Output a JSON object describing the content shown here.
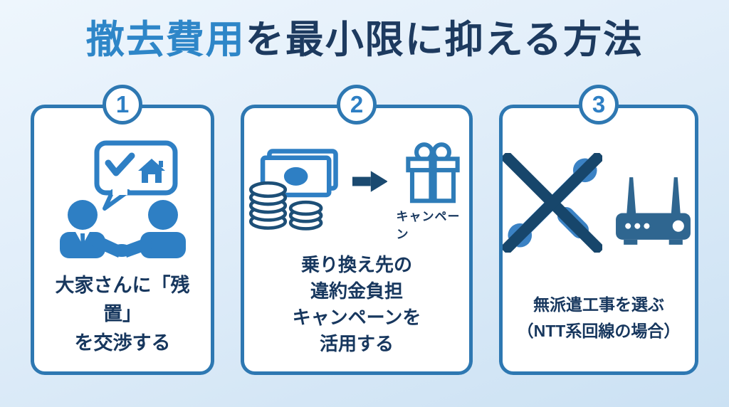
{
  "title": {
    "highlight": "撤去費用",
    "rest": "を最小限に抑える方法"
  },
  "cards": [
    {
      "number": "1",
      "icon": "handshake-agreement-icon",
      "caption": "大家さんに「残置」\nを交渉する"
    },
    {
      "number": "2",
      "icon": "money-to-gift-campaign-icon",
      "icon_label": "キャンペーン",
      "caption": "乗り換え先の\n違約金負担\nキャンペーンを\n活用する"
    },
    {
      "number": "3",
      "icon": "no-construction-router-icon",
      "caption": "無派遣工事を選ぶ\n（NTT系回線の場合）"
    }
  ],
  "colors": {
    "title_accent": "#2e86c8",
    "title_dark": "#1d3a5f",
    "card_border": "#2e78b2",
    "icon_blue": "#2e7fc4",
    "coin_navy": "#1d4f77",
    "arrow_navy": "#1b4a70",
    "router_steel": "#2f6690",
    "background_top": "#eef6fd",
    "background_bottom": "#cbe1f3"
  }
}
